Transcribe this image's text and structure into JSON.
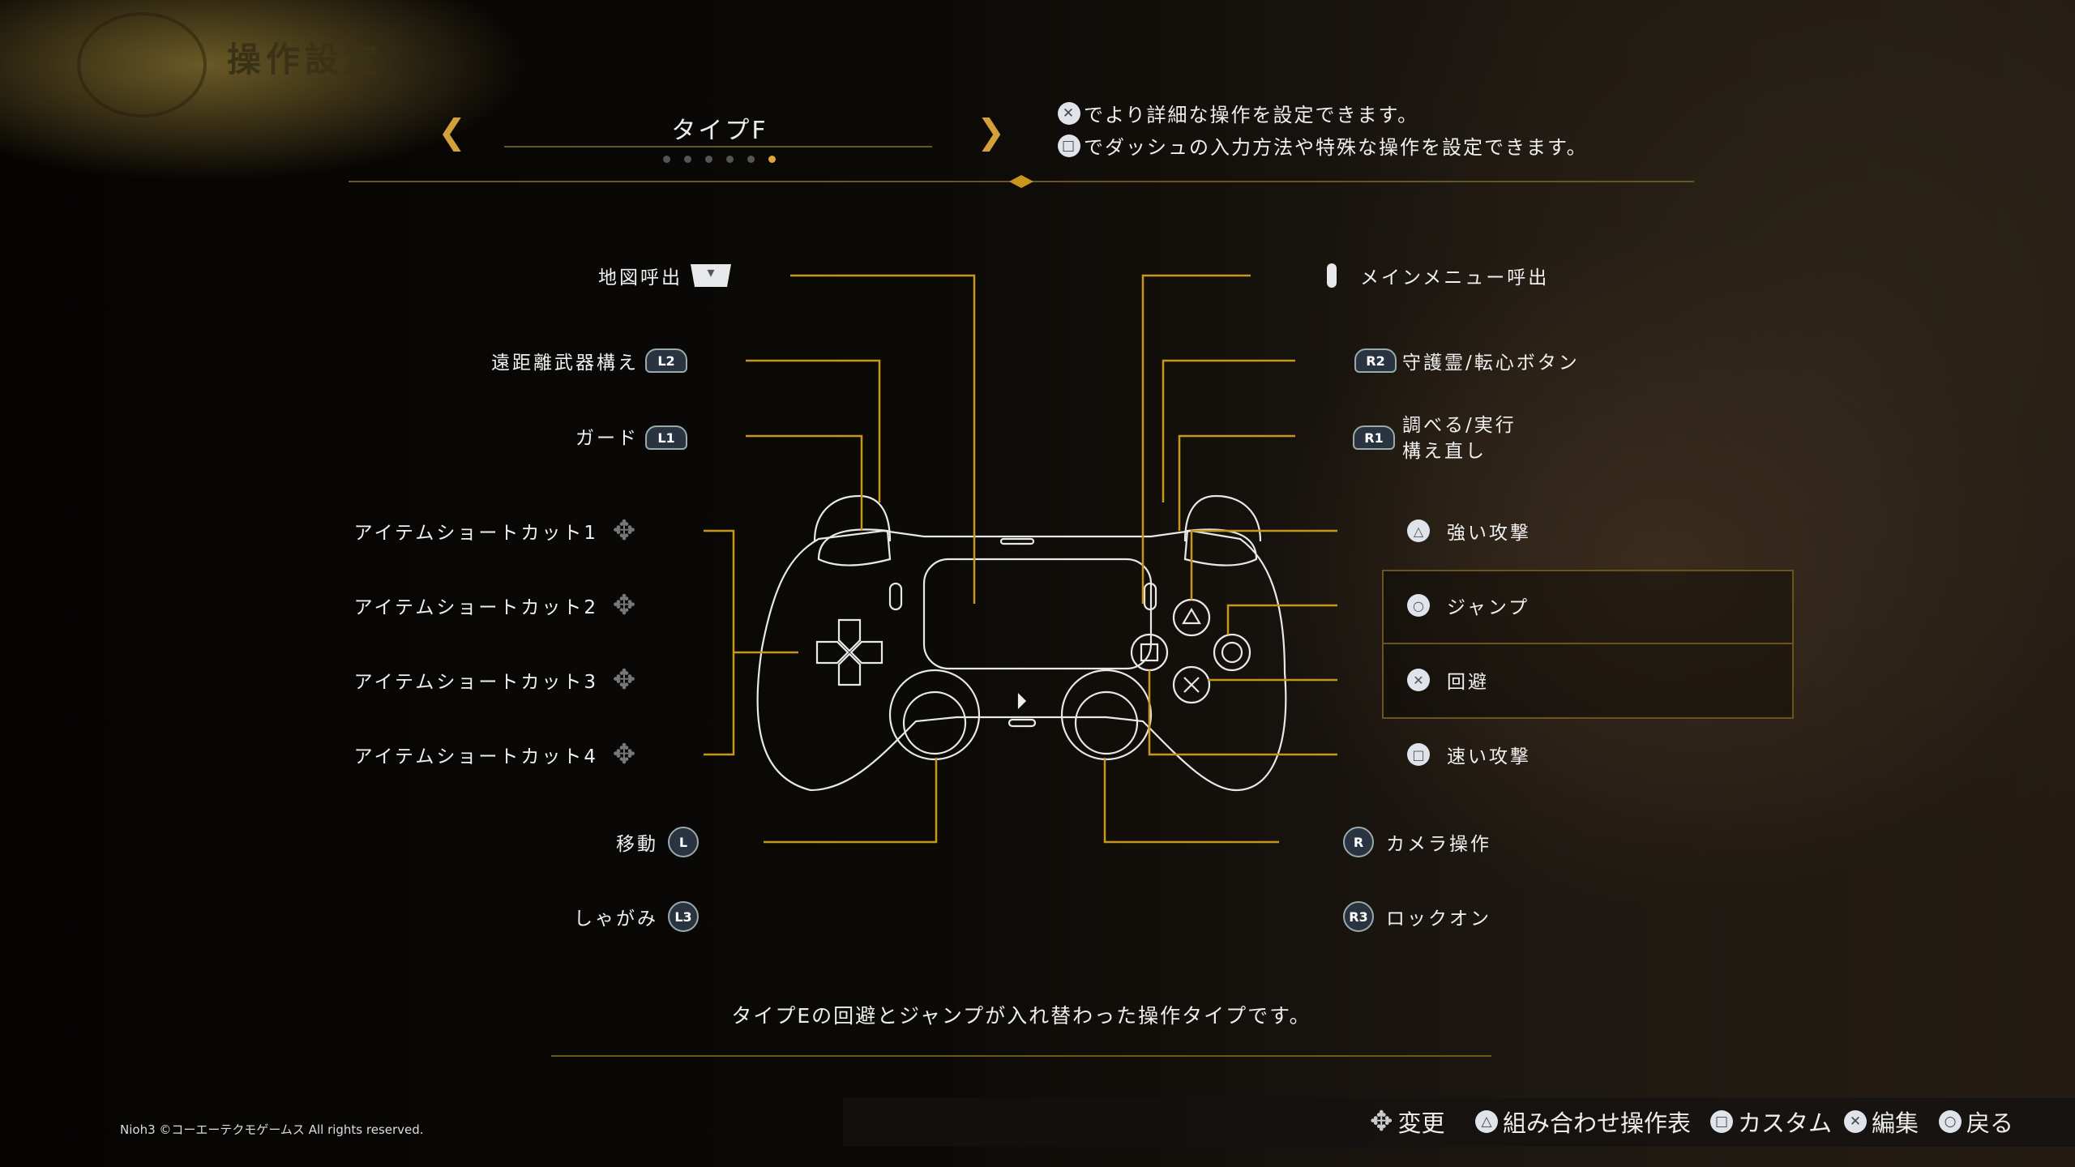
{
  "header": {
    "title": "操作設定"
  },
  "type_selector": {
    "label": "タイプF",
    "page_count": 6,
    "current_page": 6
  },
  "info": [
    {
      "icon": "cross-button-icon",
      "glyph": "✕",
      "text": "でより詳細な操作を設定できます。"
    },
    {
      "icon": "square-button-icon",
      "glyph": "□",
      "text": "でダッシュの入力方法や特殊な操作を設定できます。"
    }
  ],
  "left": [
    {
      "label": "地図呼出",
      "button": "▾",
      "icon": "touchpad-icon"
    },
    {
      "label": "遠距離武器構え",
      "button": "L2"
    },
    {
      "label": "ガード",
      "button": "L1"
    },
    {
      "label": "アイテムショートカット1",
      "icon": "dpad-up-icon"
    },
    {
      "label": "アイテムショートカット2",
      "icon": "dpad-left-icon"
    },
    {
      "label": "アイテムショートカット3",
      "icon": "dpad-right-icon"
    },
    {
      "label": "アイテムショートカット4",
      "icon": "dpad-down-icon"
    },
    {
      "label": "移動",
      "button": "L"
    },
    {
      "label": "しゃがみ",
      "button": "L3"
    }
  ],
  "right": [
    {
      "label": "メインメニュー呼出",
      "icon": "options-button-icon"
    },
    {
      "label": "守護霊/転心ボタン",
      "button": "R2"
    },
    {
      "label": "調べる/実行",
      "label2": "構え直し",
      "button": "R1"
    },
    {
      "label": "強い攻撃",
      "glyph": "△"
    },
    {
      "label": "ジャンプ",
      "glyph": "○",
      "highlighted": true
    },
    {
      "label": "回避",
      "glyph": "✕",
      "highlighted": true
    },
    {
      "label": "速い攻撃",
      "glyph": "□"
    },
    {
      "label": "カメラ操作",
      "button": "R"
    },
    {
      "label": "ロックオン",
      "button": "R3"
    }
  ],
  "description": "タイプEの回避とジャンプが入れ替わった操作タイプです。",
  "copyright": "Nioh3 ©コーエーテクモゲームス All rights reserved.",
  "footer": [
    {
      "glyph": "✥",
      "label": "変更"
    },
    {
      "glyph": "△",
      "label": "組み合わせ操作表"
    },
    {
      "glyph": "□",
      "label": "カスタム"
    },
    {
      "glyph": "✕",
      "label": "編集"
    },
    {
      "glyph": "○",
      "label": "戻る"
    }
  ],
  "colors": {
    "accent": "#c8961e",
    "highlight_border": "#6b5414"
  }
}
